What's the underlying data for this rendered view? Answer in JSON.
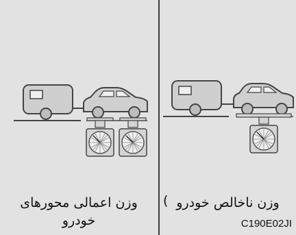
{
  "captions": {
    "left_line1": "وزن اعمالی محورهای",
    "left_line2": "خودرو",
    "right": "وزن ناخالص خودرو"
  },
  "figure_code": "C190E02JI",
  "colors": {
    "panel": "#e2e2e2",
    "vehicle": "#cfcfcf",
    "outline": "#444444",
    "divider": "#3a3a3a"
  }
}
